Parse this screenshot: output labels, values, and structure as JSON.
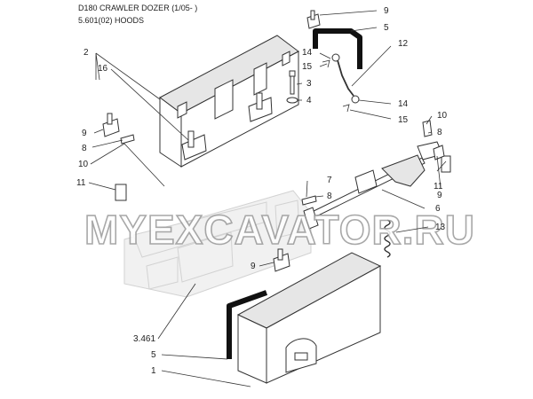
{
  "header": {
    "title": "D180 CRAWLER DOZER (1/05- )",
    "subtitle": "5.601(02) HOODS"
  },
  "watermark": "MYEXCAVATOR.RU",
  "callouts": [
    {
      "id": "c9a",
      "label": "9"
    },
    {
      "id": "c5a",
      "label": "5"
    },
    {
      "id": "c12",
      "label": "12"
    },
    {
      "id": "c14a",
      "label": "14"
    },
    {
      "id": "c15a",
      "label": "15"
    },
    {
      "id": "c3",
      "label": "3"
    },
    {
      "id": "c4",
      "label": "4"
    },
    {
      "id": "c14b",
      "label": "14"
    },
    {
      "id": "c15b",
      "label": "15"
    },
    {
      "id": "c2",
      "label": "2"
    },
    {
      "id": "c16",
      "label": "16"
    },
    {
      "id": "c9b",
      "label": "9"
    },
    {
      "id": "c8a",
      "label": "8"
    },
    {
      "id": "c10a",
      "label": "10"
    },
    {
      "id": "c11a",
      "label": "11"
    },
    {
      "id": "c10b",
      "label": "10"
    },
    {
      "id": "c8b",
      "label": "8"
    },
    {
      "id": "c7",
      "label": "7"
    },
    {
      "id": "c8c",
      "label": "8"
    },
    {
      "id": "c11b",
      "label": "11"
    },
    {
      "id": "c9c",
      "label": "9"
    },
    {
      "id": "c6",
      "label": "6"
    },
    {
      "id": "c13",
      "label": "13"
    },
    {
      "id": "c9d",
      "label": "9"
    },
    {
      "id": "c3461",
      "label": "3.461"
    },
    {
      "id": "c5b",
      "label": "5"
    },
    {
      "id": "c1",
      "label": "1"
    }
  ]
}
